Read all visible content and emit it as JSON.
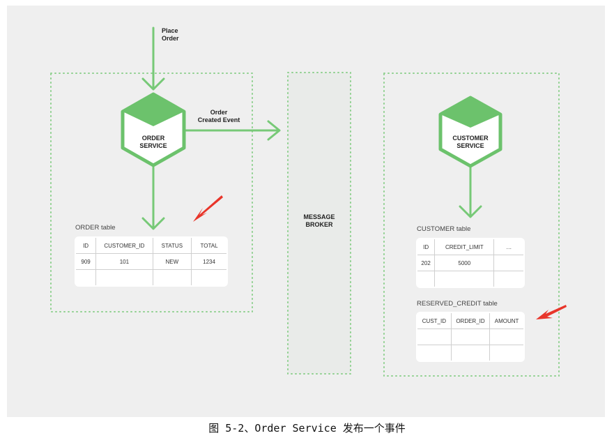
{
  "colors": {
    "accent": "#5ab95a",
    "background": "#efefef",
    "arrow_red": "#e8352a"
  },
  "input": {
    "line1": "Place",
    "line2": "Order"
  },
  "event": {
    "line1": "Order",
    "line2": "Created Event"
  },
  "order_service": {
    "name": "ORDER",
    "sub": "SERVICE"
  },
  "customer_service": {
    "name": "CUSTOMER",
    "sub": "SERVICE"
  },
  "broker": {
    "line1": "MESSAGE",
    "line2": "BROKER"
  },
  "order_table": {
    "label": "ORDER table",
    "headers": [
      "ID",
      "CUSTOMER_ID",
      "STATUS",
      "TOTAL"
    ],
    "rows": [
      [
        "909",
        "101",
        "NEW",
        "1234"
      ],
      [
        "",
        "",
        "",
        ""
      ]
    ]
  },
  "customer_table": {
    "label": "CUSTOMER table",
    "headers": [
      "ID",
      "CREDIT_LIMIT",
      "…"
    ],
    "rows": [
      [
        "202",
        "5000",
        ""
      ],
      [
        "",
        "",
        ""
      ]
    ]
  },
  "reserved_table": {
    "label": "RESERVED_CREDIT table",
    "headers": [
      "CUST_ID",
      "ORDER_ID",
      "AMOUNT"
    ],
    "rows": [
      [
        "",
        "",
        ""
      ],
      [
        "",
        "",
        ""
      ]
    ]
  },
  "caption": "图 5-2、Order Service 发布一个事件"
}
